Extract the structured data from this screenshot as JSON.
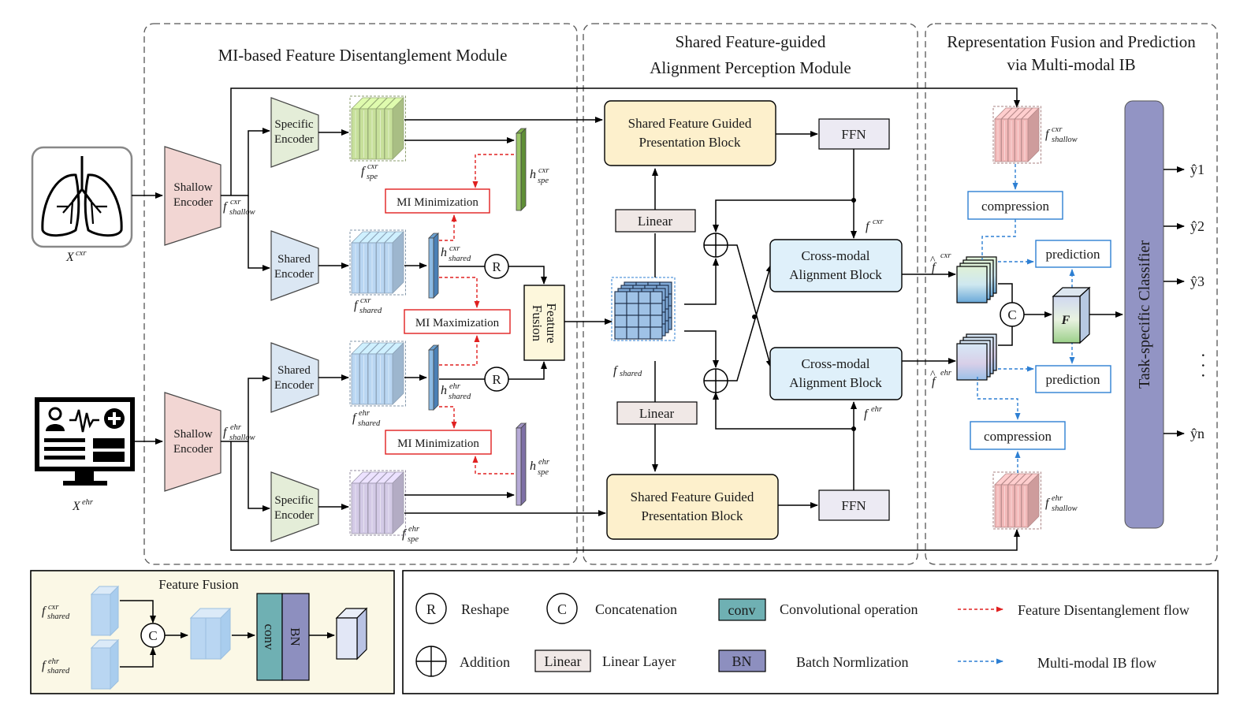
{
  "modules": {
    "disentangle": "MI-based Feature Disentanglement Module",
    "align_1": "Shared Feature-guided",
    "align_2": "Alignment Perception Module",
    "fusion_1": "Representation Fusion and Prediction",
    "fusion_2": "via Multi-modal IB"
  },
  "inputs": {
    "cxr_label": "X",
    "cxr_sup": "cxr",
    "ehr_label": "X",
    "ehr_sup": "ehr"
  },
  "encoders": {
    "shallow_1": "Shallow",
    "shallow_2": "Encoder",
    "specific_1": "Specific",
    "specific_2": "Encoder",
    "shared_1": "Shared",
    "shared_2": "Encoder"
  },
  "features": {
    "f": "f",
    "h": "h",
    "shallow": "shallow",
    "spe": "spe",
    "shared": "shared",
    "cxr": "cxr",
    "ehr": "ehr"
  },
  "blocks": {
    "mi_min": "MI Minimization",
    "mi_max": "MI Maximization",
    "reshape": "R",
    "feature_fusion_1": "Feature",
    "feature_fusion_2": "Fusion",
    "sfg_1": "Shared Feature Guided",
    "sfg_2": "Presentation Block",
    "ffn": "FFN",
    "linear": "Linear",
    "cross_1": "Cross-modal",
    "cross_2": "Alignment Block",
    "compression": "compression",
    "prediction": "prediction",
    "concat": "C",
    "fused": "F",
    "classifier": "Task-specific Classifier"
  },
  "outputs": [
    "ŷ1",
    "ŷ2",
    "ŷ3",
    "ŷn"
  ],
  "outputs_more": "· · ·",
  "inset": {
    "title": "Feature Fusion",
    "conv": "conv",
    "bn": "BN"
  },
  "legend": {
    "reshape_symbol": "R",
    "reshape": "Reshape",
    "concat_symbol": "C",
    "concat": "Concatenation",
    "conv_box": "conv",
    "conv": "Convolutional operation",
    "disentangle_flow": "Feature Disentanglement flow",
    "addition": "Addition",
    "linear_box": "Linear",
    "linear": "Linear Layer",
    "bn_box": "BN",
    "bn": "Batch Normlization",
    "ib_flow": "Multi-modal IB flow"
  },
  "colors": {
    "shallow_encoder": "#f2d6d3",
    "specific_encoder": "#e4edd8",
    "shared_encoder": "#dbe7f3",
    "green_feat": "#c7e09b",
    "blue_feat": "#b9d6f2",
    "purple_feat": "#d3cae6",
    "red_feat": "#f2b8b8",
    "sfg_block": "#fdf0cc",
    "cross_block": "#dff0fa",
    "ffn": "#eceaf3",
    "linear": "#f0e8e6",
    "classifier": "#9294c4",
    "conv": "#6fb0b3",
    "bn": "#8d8fbf",
    "inset_bg": "#fbf8e6",
    "red_flow": "#e02020",
    "blue_flow": "#2d7fd3"
  }
}
